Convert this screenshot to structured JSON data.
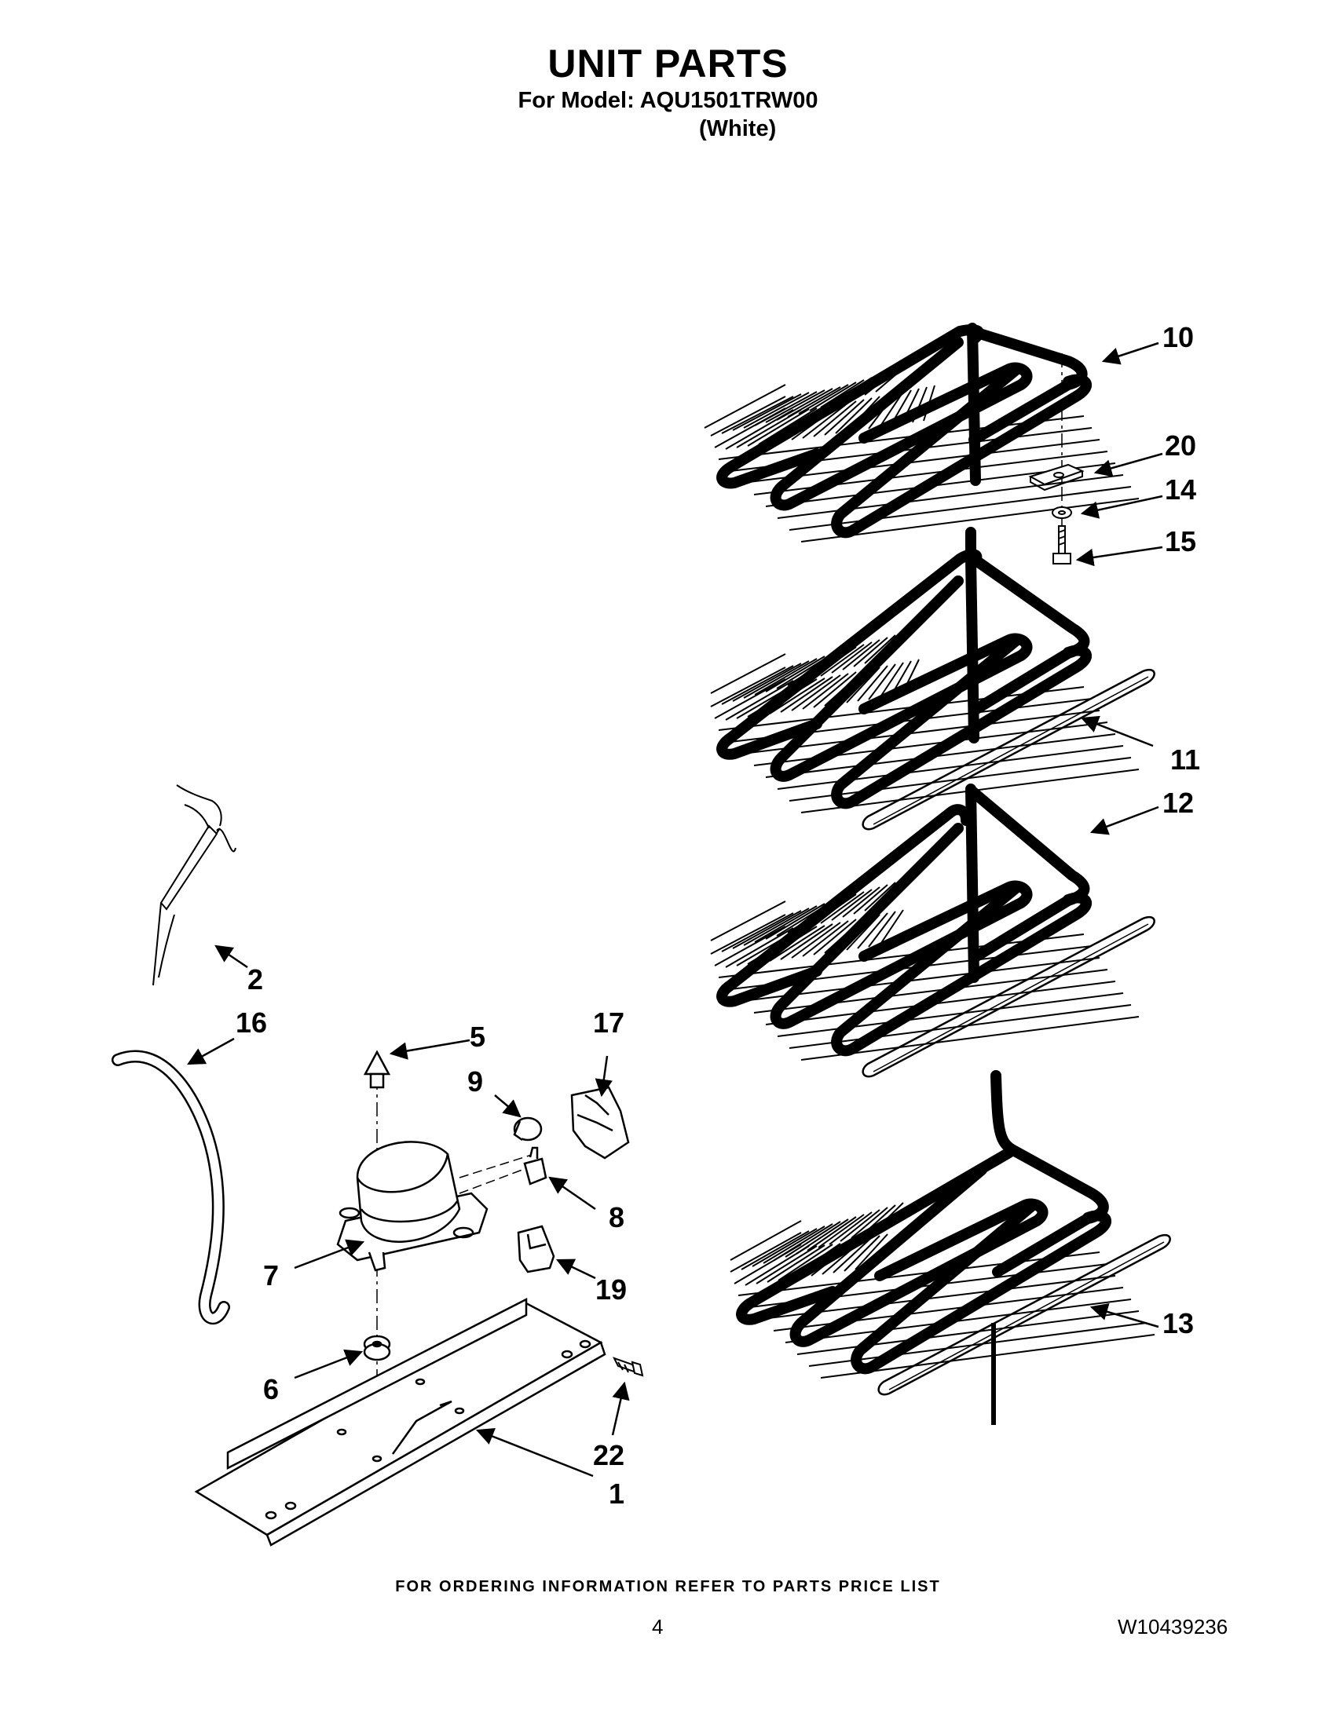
{
  "header": {
    "title": "UNIT PARTS",
    "model_line": "For Model: AQU1501TRW00",
    "color_line": "(White)"
  },
  "callouts": [
    "10",
    "20",
    "14",
    "15",
    "11",
    "12",
    "13",
    "2",
    "16",
    "5",
    "17",
    "9",
    "8",
    "7",
    "19",
    "6",
    "22",
    "1"
  ],
  "footer": {
    "ordering_note": "FOR ORDERING INFORMATION REFER TO PARTS PRICE LIST",
    "page_number": "4",
    "document_number": "W10439236"
  }
}
